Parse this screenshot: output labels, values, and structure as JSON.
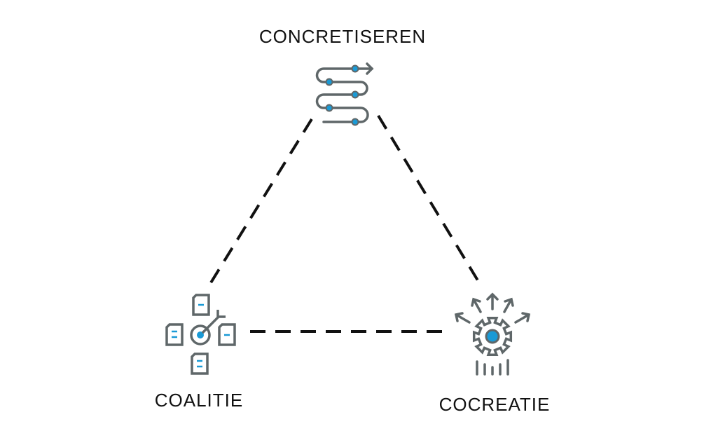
{
  "nodes": {
    "top": {
      "label": "CONCRETISEREN",
      "icon": "winding-path-icon"
    },
    "left": {
      "label": "COALITIE",
      "icon": "target-documents-icon"
    },
    "right": {
      "label": "COCREATIE",
      "icon": "gear-arrows-icon"
    }
  },
  "colors": {
    "icon": "#5f6769",
    "accent": "#1a9ad6",
    "line": "#111111"
  }
}
